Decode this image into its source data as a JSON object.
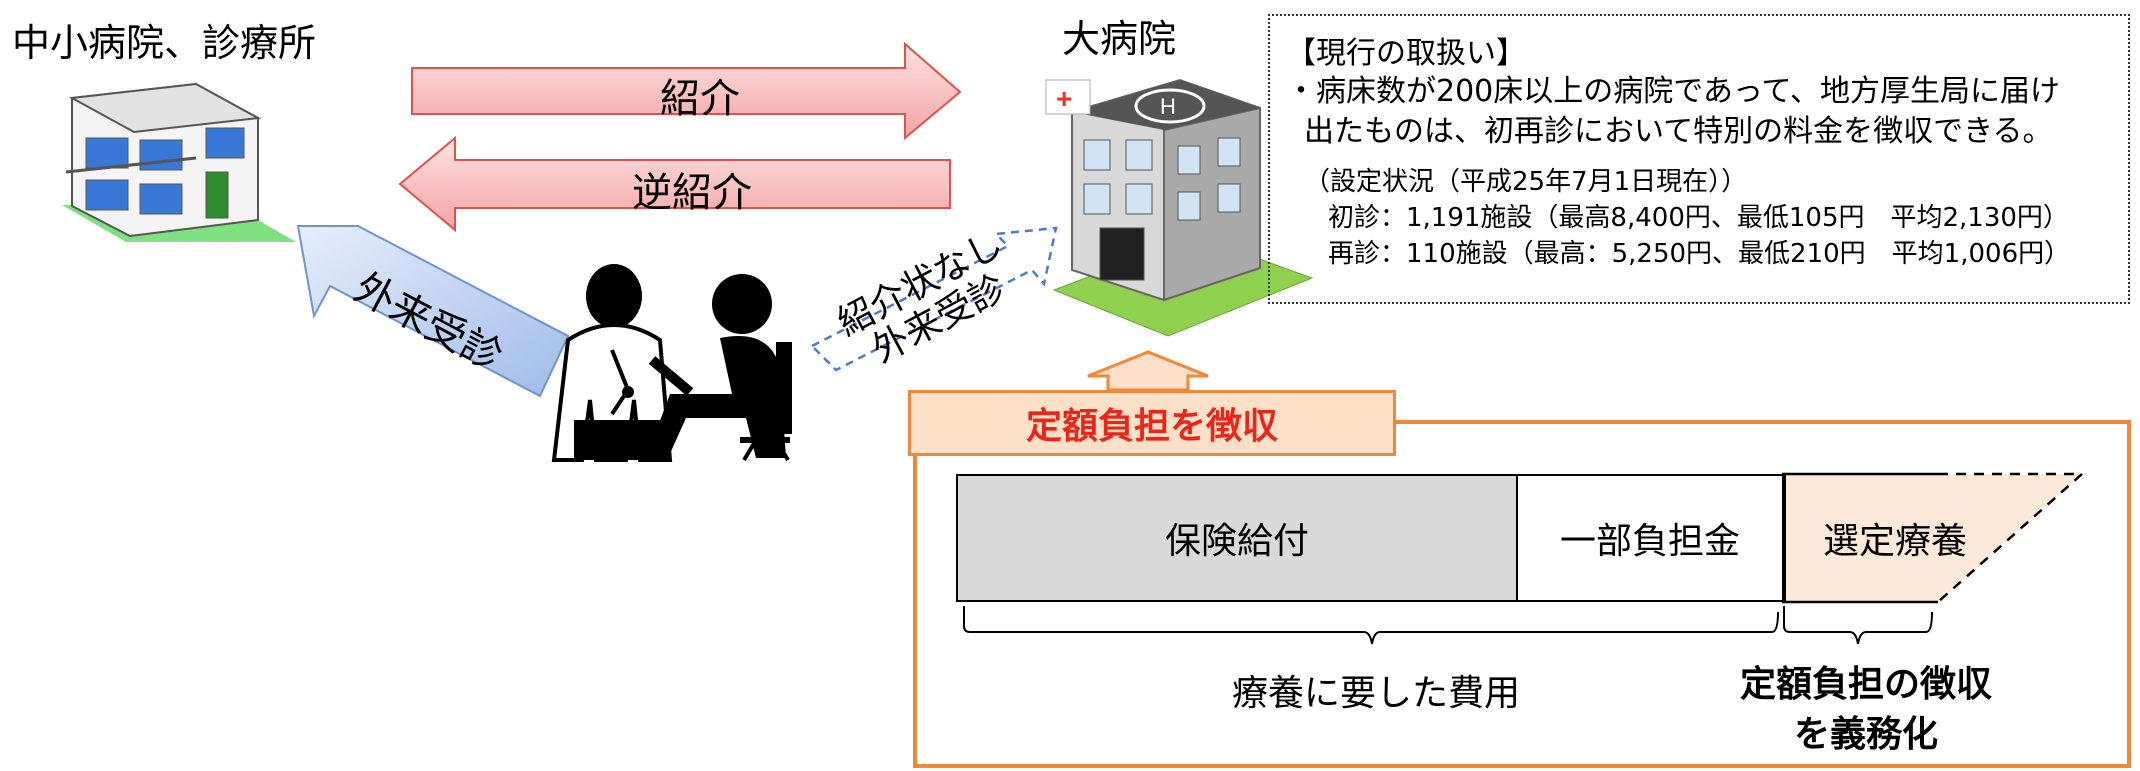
{
  "left_title": "中小病院、診療所",
  "right_title": "大病院",
  "arrows": {
    "referral": "紹介",
    "reverse_referral": "逆紹介",
    "outpatient_visit": "外来受診",
    "no_letter_line1": "紹介状なし",
    "no_letter_line2": "外来受診"
  },
  "info_box": {
    "heading": "【現行の取扱い】",
    "bullet_line1": "・病床数が200床以上の病院であって、地方厚生局に届け",
    "bullet_line2": "出たものは、初再診において特別の料金を徴収できる。",
    "status_heading": "（設定状況（平成25年7月1日現在））",
    "first_visit": "初診：1,191施設（最高8,400円、最低105円　平均2,130円）",
    "revisit": "再診：110施設（最高：5,250円、最低210円　平均1,006円）"
  },
  "fee_box": {
    "tab_label": "定額負担を徴収",
    "segments": {
      "insurance": "保険給付",
      "copay": "一部負担金",
      "selected": "選定療養"
    },
    "cost_label": "療養に要した費用",
    "mandate_line1": "定額負担の徴収",
    "mandate_line2": "を義務化"
  },
  "colors": {
    "referral_arrow_fill": "#f7b9b9",
    "referral_arrow_stroke": "#d9534f",
    "blue_arrow_fill": "#b9cdee",
    "orange": "#f0883a",
    "tab_text": "#e8261a",
    "insurance_fill": "#d9d9d9",
    "selected_fill": "#fde9d9"
  }
}
